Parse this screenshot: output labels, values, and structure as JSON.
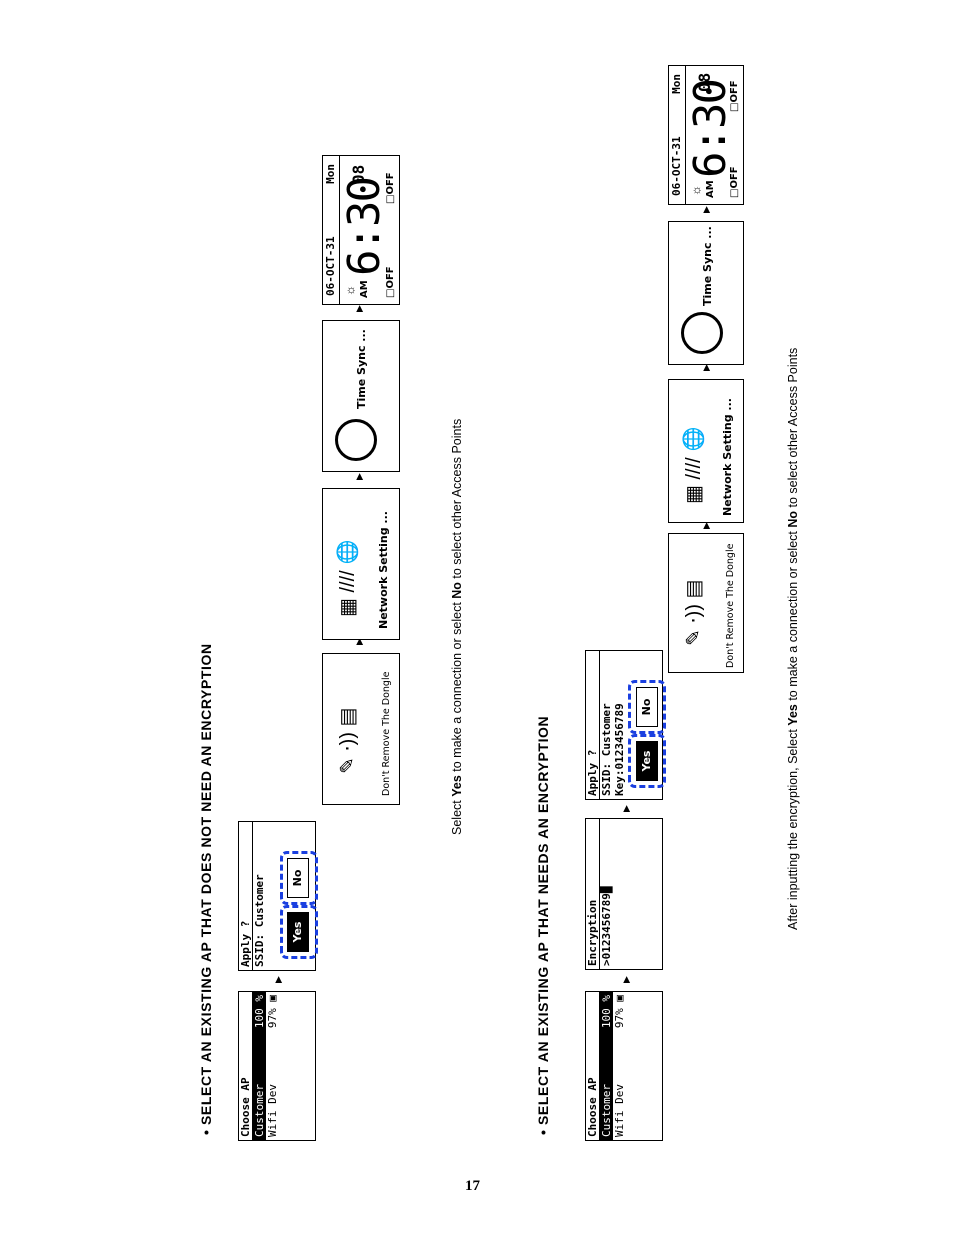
{
  "page_number": "17",
  "section1": {
    "heading": "• SELECT AN EXISTING AP THAT DOES NOT NEED AN ENCRYPTION",
    "caption": {
      "pre": "Select ",
      "yes": "Yes",
      "mid": " to make a connection or select ",
      "no": "No",
      "post": " to select other Access Points"
    },
    "choose_ap": {
      "title": "Choose AP",
      "row1_name": "Customer",
      "row1_signal": "100 %",
      "row2_name": "Wifi Dev",
      "row2_signal": "97%"
    },
    "apply": {
      "title": "Apply ?",
      "ssid": "SSID: Customer",
      "yes_label": "Yes",
      "no_label": "No"
    }
  },
  "section2": {
    "heading": "• SELECT AN EXISTING AP THAT NEEDS AN ENCRYPTION",
    "caption": {
      "pre": "After inputting the encryption, Select ",
      "yes": "Yes",
      "mid": " to make a connection or select ",
      "no": "No",
      "post": " to select other Access Points"
    },
    "choose_ap": {
      "title": "Choose AP",
      "row1_name": "Customer",
      "row1_signal": "100 %",
      "row2_name": "Wifi Dev",
      "row2_signal": "97%"
    },
    "encryption": {
      "title": "Encryption",
      "value": ">0123456789"
    },
    "apply": {
      "title": "Apply ?",
      "ssid": "SSID: Customer",
      "key": "Key:0123456789",
      "yes_label": "Yes",
      "no_label": "No"
    }
  },
  "shared": {
    "dongle_text": "Don't Remove The Dongle",
    "network_text": "Network Setting ...",
    "timesync_text": "Time Sync ...",
    "clock": {
      "date": "06-OCT-31",
      "day": "Mon",
      "time": "6:30",
      "seconds": "08",
      "ampm": "AM",
      "alarm1": "OFF",
      "alarm2": "OFF"
    }
  }
}
